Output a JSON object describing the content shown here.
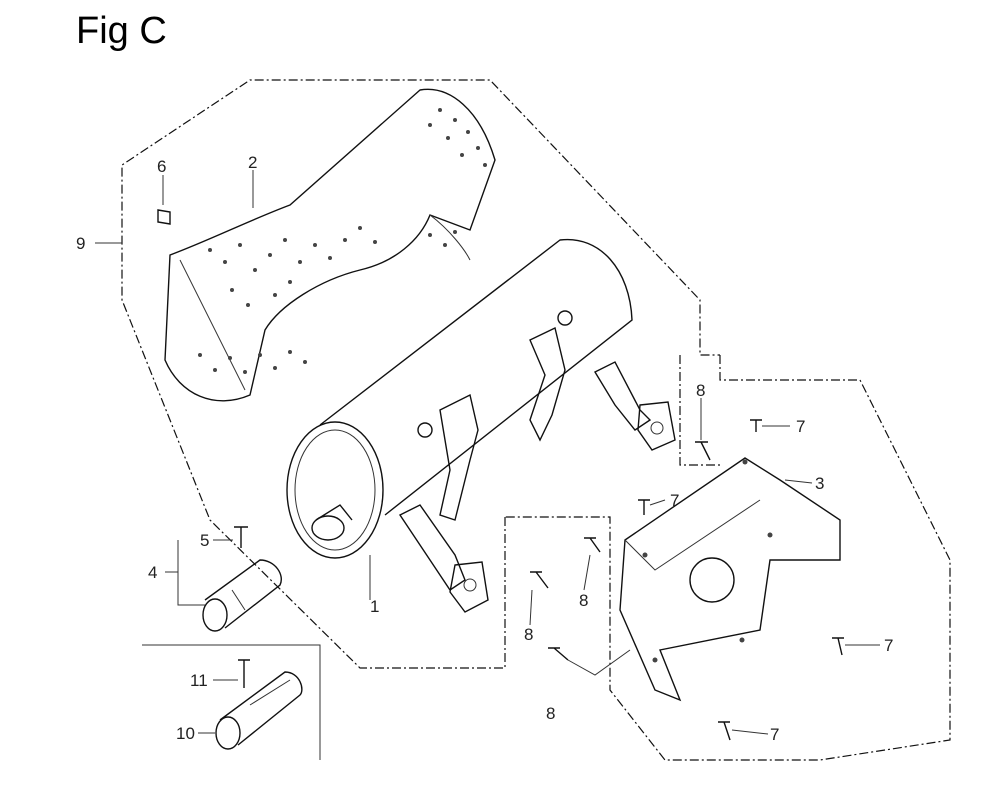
{
  "title": "Fig C",
  "callouts": {
    "c1": "1",
    "c2": "2",
    "c3": "3",
    "c4": "4",
    "c5": "5",
    "c6": "6",
    "c7a": "7",
    "c7b": "7",
    "c7c": "7",
    "c7d": "7",
    "c8a": "8",
    "c8b": "8",
    "c8c": "8",
    "c8d": "8",
    "c9": "9",
    "c10": "10",
    "c11": "11"
  }
}
